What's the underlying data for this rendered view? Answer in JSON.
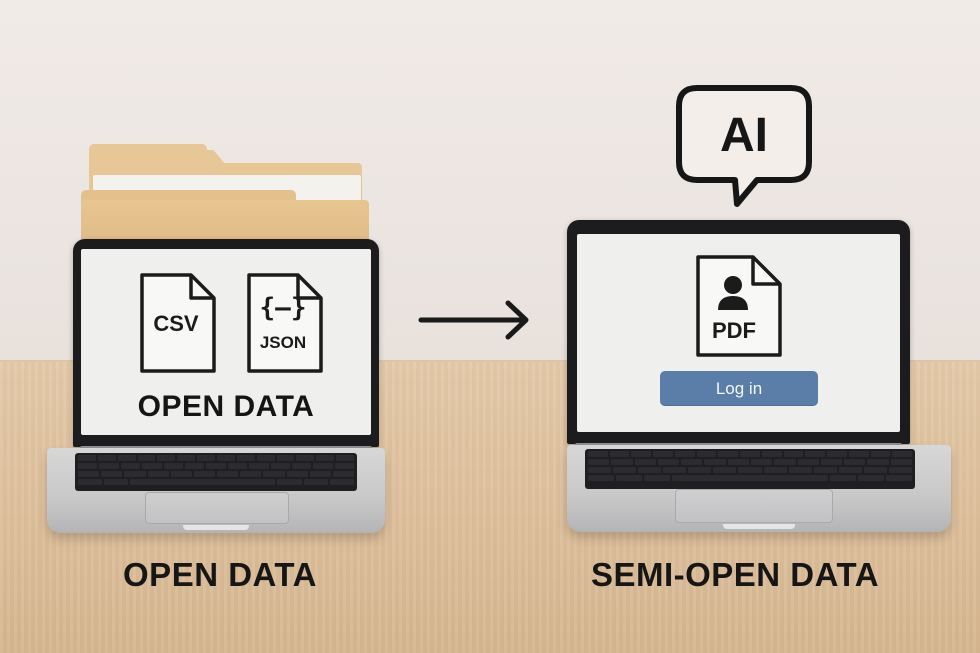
{
  "left_panel": {
    "file_icons": [
      {
        "label": "CSV",
        "icon": "csv-file-icon"
      },
      {
        "label": "JSON",
        "icon": "json-file-icon",
        "glyph": "{–}"
      }
    ],
    "screen_title": "OPEN DATA",
    "caption": "OPEN DATA"
  },
  "right_panel": {
    "bubble_text": "AI",
    "file_icon": {
      "label": "PDF",
      "icon": "pdf-user-file-icon"
    },
    "login_button": "Log in",
    "caption": "SEMI-OPEN DATA"
  },
  "arrow_icon": "right-arrow-icon",
  "colors": {
    "wall": "#efe9e5",
    "table": "#ddbf9b",
    "folder": "#e8c796",
    "button": "#5b7ea8",
    "text": "#161616"
  }
}
